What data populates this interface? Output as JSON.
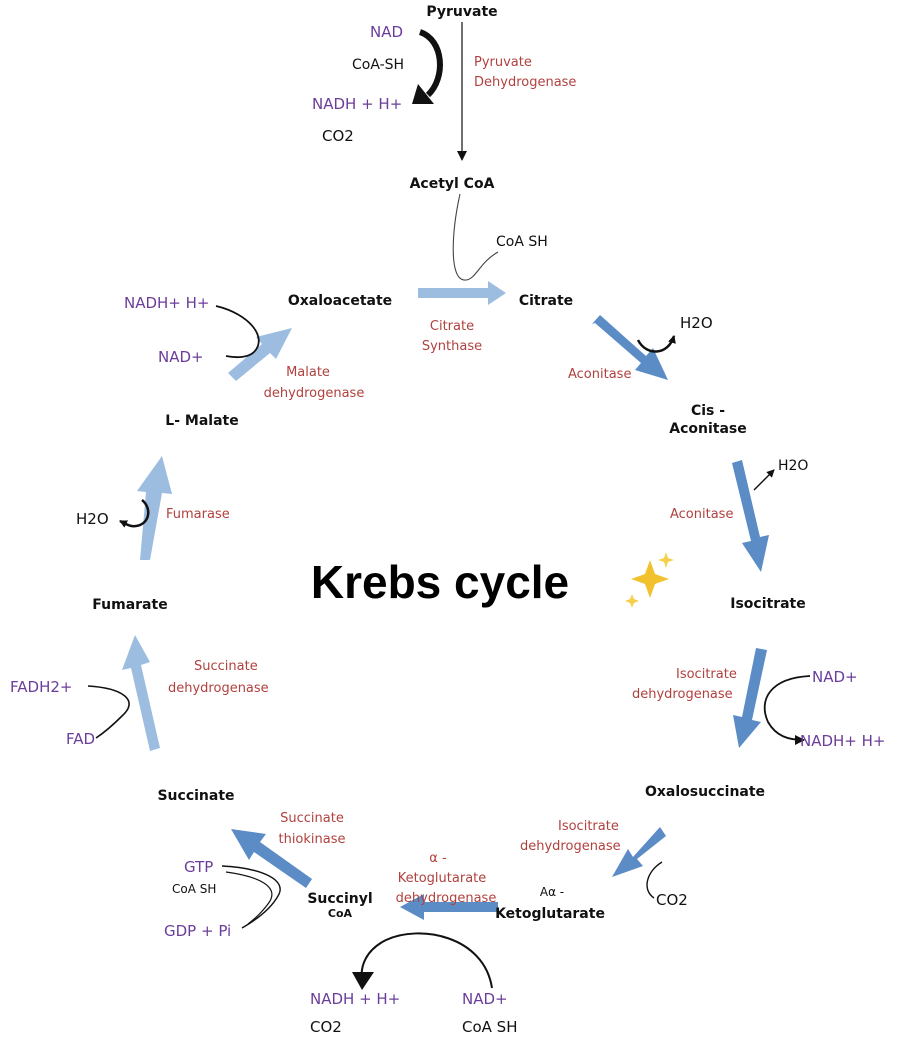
{
  "title": "Krebs cycle",
  "colors": {
    "metabolite": "#111111",
    "enzyme": "#b0413e",
    "cofactor": "#6b3d9a",
    "arrow_light": "#9dbde0",
    "arrow_dark": "#5b8cc6",
    "sparkle": "#f2c12e"
  },
  "metabolites": {
    "pyruvate": "Pyruvate",
    "acetyl_coa": "Acetyl CoA",
    "citrate": "Citrate",
    "cis_aconitase_1": "Cis -",
    "cis_aconitase_2": "Aconitase",
    "isocitrate": "Isocitrate",
    "oxalosuccinate": "Oxalosuccinate",
    "akg_1": "Aα -",
    "akg_2": "Ketoglutarate",
    "succinyl_1": "Succinyl",
    "succinyl_2": "CoA",
    "succinate": "Succinate",
    "fumarate": "Fumarate",
    "l_malate": "L- Malate",
    "oxaloacetate": "Oxaloacetate"
  },
  "enzymes": {
    "pyruvate_dh_1": "Pyruvate",
    "pyruvate_dh_2": "Dehydrogenase",
    "citrate_synthase_1": "Citrate",
    "citrate_synthase_2": "Synthase",
    "aconitase_1": "Aconitase",
    "aconitase_2": "Aconitase",
    "isocitrate_dh_1a": "Isocitrate",
    "isocitrate_dh_1b": "dehydrogenase",
    "isocitrate_dh_2a": "Isocitrate",
    "isocitrate_dh_2b": "dehydrogenase",
    "akg_dh_1": "α -",
    "akg_dh_2": "Ketoglutarate",
    "akg_dh_3": "dehydrogenase",
    "succinate_thiokinase_1": "Succinate",
    "succinate_thiokinase_2": "thiokinase",
    "succinate_dh_1": "Succinate",
    "succinate_dh_2": "dehydrogenase",
    "fumarase": "Fumarase",
    "malate_dh_1": "Malate",
    "malate_dh_2": "dehydrogenase"
  },
  "cofactors": {
    "pdh_nad": "NAD",
    "pdh_coash": "CoA-SH",
    "pdh_nadh": "NADH + H+",
    "pdh_co2": "CO2",
    "cs_coash": "CoA SH",
    "acon_h2o_1": "H2O",
    "acon_h2o_2": "H2O",
    "idh_nad": "NAD+",
    "idh_nadh": "NADH+ H+",
    "co2_decarb": "CO2",
    "akg_nadh": "NADH + H+",
    "akg_co2": "CO2",
    "akg_nad": "NAD+",
    "akg_coash": "CoA SH",
    "stk_gtp": "GTP",
    "stk_coash": "CoA SH",
    "stk_gdp": "GDP + Pi",
    "sdh_fadh2": "FADH2+",
    "sdh_fad": "FAD",
    "fum_h2o": "H2O",
    "mdh_nadh": "NADH+ H+",
    "mdh_nad": "NAD+"
  }
}
